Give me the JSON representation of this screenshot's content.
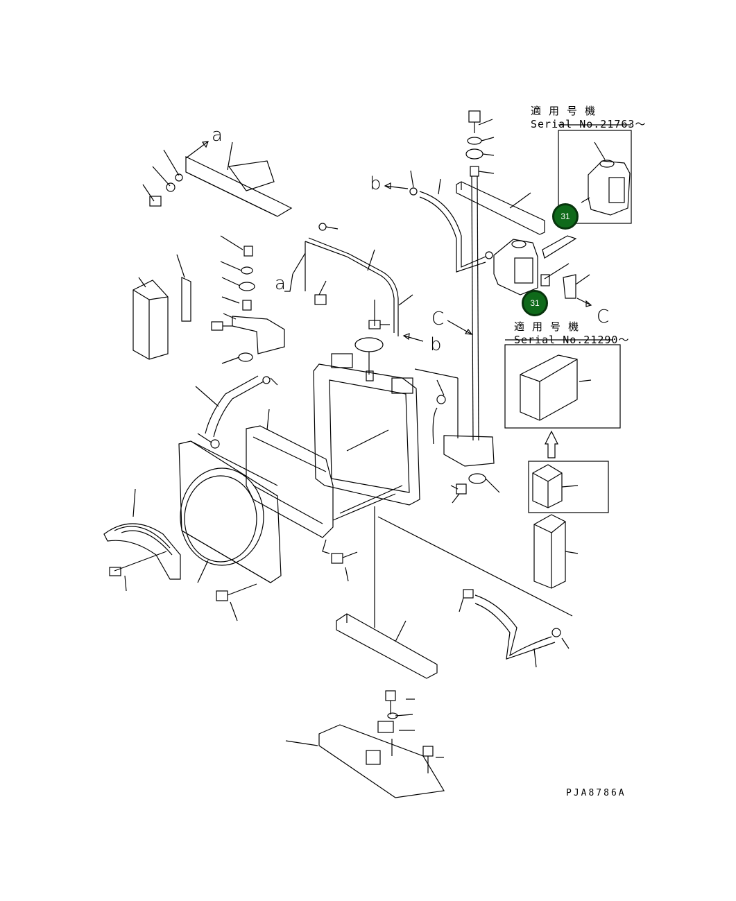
{
  "serial_notes": [
    {
      "jp": "適 用 号 機",
      "serial": "Serial No.21763～"
    },
    {
      "jp": "適 用 号 機",
      "serial": "Serial No.21290～"
    }
  ],
  "reference_letters": [
    "a",
    "a",
    "b",
    "b",
    "C",
    "C"
  ],
  "callouts": [
    {
      "number": "31",
      "color": "#0f6a1a"
    },
    {
      "number": "31",
      "color": "#0f6a1a"
    }
  ],
  "drawing_code": "PJA8786A"
}
